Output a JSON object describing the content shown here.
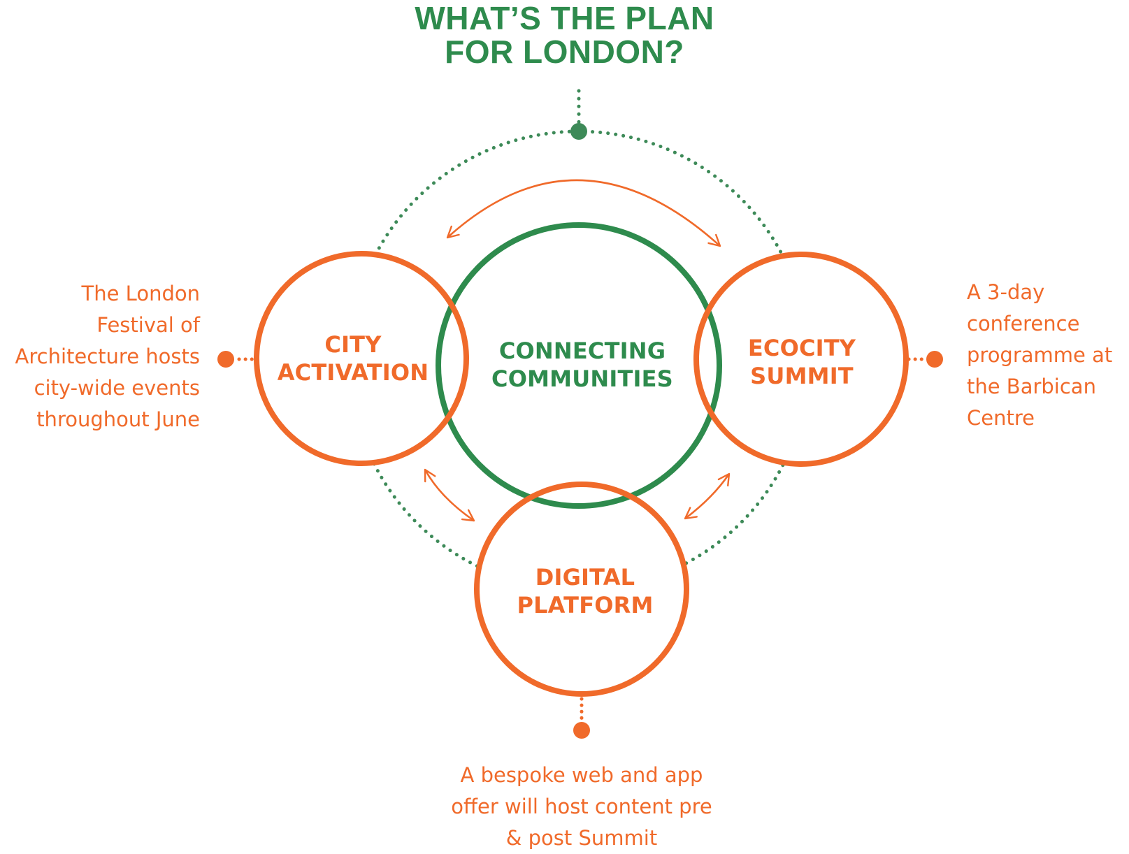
{
  "title": {
    "line1": "WHAT’S THE PLAN",
    "line2": "FOR LONDON?"
  },
  "nodes": {
    "center": {
      "line1": "CONNECTING",
      "line2": "COMMUNITIES"
    },
    "left": {
      "line1": "CITY",
      "line2": "ACTIVATION"
    },
    "right": {
      "line1": "ECOCITY",
      "line2": "SUMMIT"
    },
    "bottom": {
      "line1": "DIGITAL",
      "line2": "PLATFORM"
    }
  },
  "descriptions": {
    "left": [
      "The London",
      "Festival of",
      "Architecture hosts",
      "city-wide events",
      "throughout June"
    ],
    "right": [
      "A 3-day",
      "conference",
      "programme at",
      "the Barbican",
      "Centre"
    ],
    "bottom": [
      "A bespoke web and app",
      "offer will host content pre",
      "& post Summit"
    ]
  },
  "colors": {
    "green": "#2e8b4d",
    "orange": "#f06a2a",
    "dotted_green": "#3d8a58"
  }
}
